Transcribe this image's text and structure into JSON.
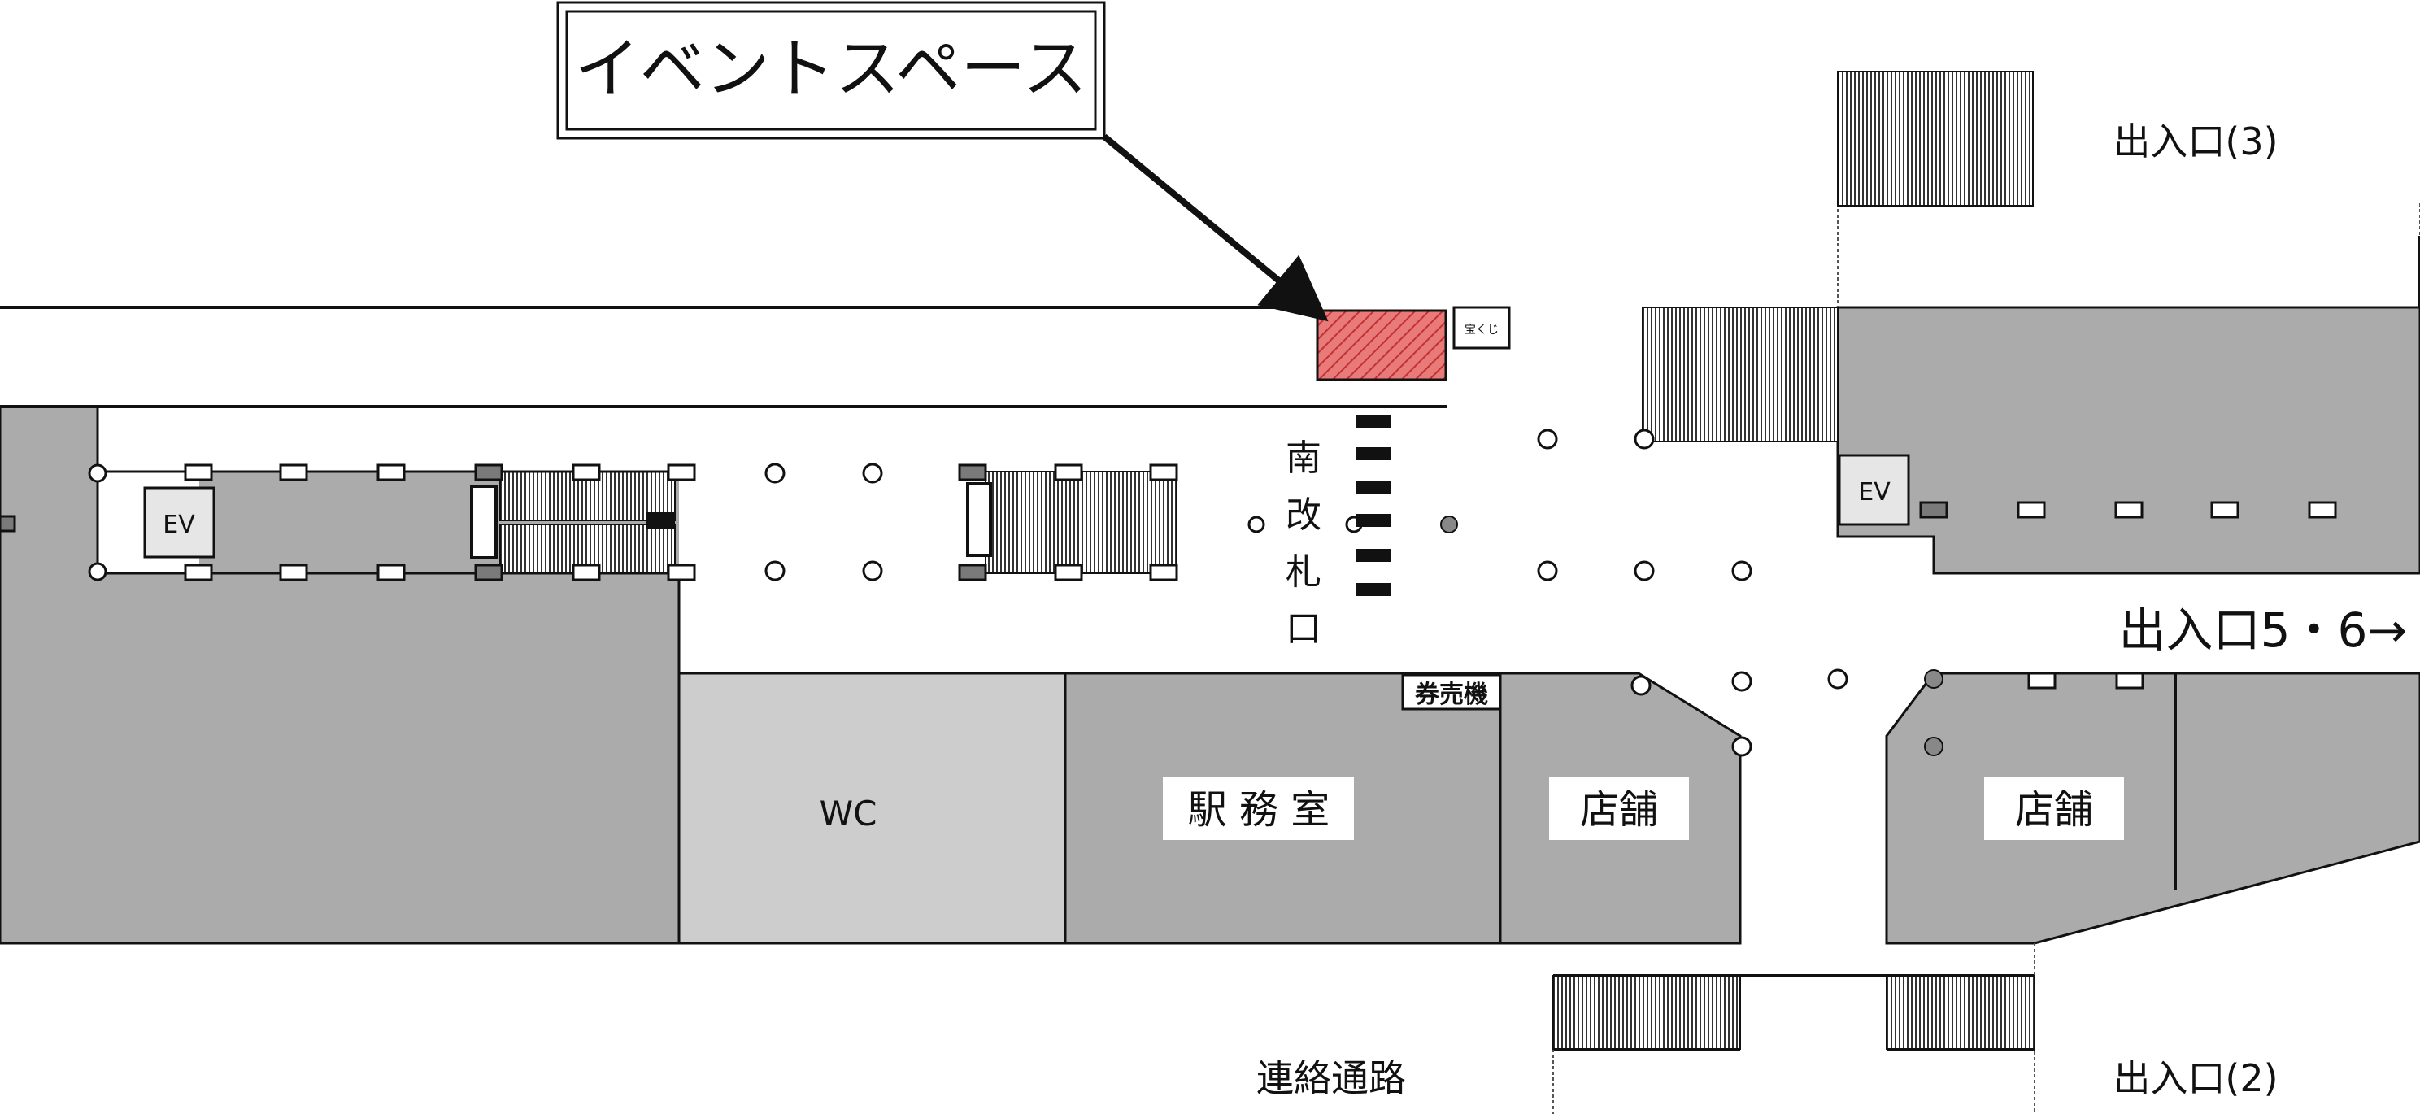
{
  "labels": {
    "event_space_callout": "イベントスペース",
    "exit_3": "出入口(3)",
    "exit_2": "出入口(2)",
    "exit_5_6": "出入口5・6→",
    "south_gate": [
      "南",
      "改",
      "札",
      "口"
    ],
    "ticket_machine": "券売機",
    "lottery": "宝くじ",
    "wc": "WC",
    "station_office": "駅 務 室",
    "shop_left": "店舗",
    "shop_right": "店舗",
    "connecting_passage": "連絡通路",
    "ev_left": "EV",
    "ev_right": "EV"
  },
  "colors": {
    "highlight": "#e25a5a",
    "wall_gray": "#ababab",
    "wc_gray": "#c9c9c9",
    "line": "#111111"
  }
}
